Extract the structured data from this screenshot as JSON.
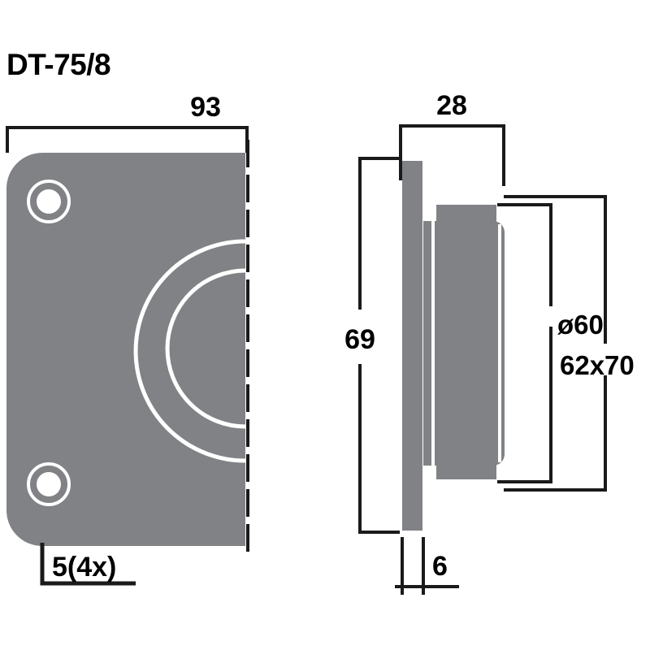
{
  "drawing": {
    "title": "DT-75/8",
    "type": "technical-dimensional-drawing",
    "views": {
      "front": {
        "name": "front-view",
        "description": "half front view of flange plate with rounded corners, two mounting holes and concentric dome arcs, cut at vertical centerline"
      },
      "side": {
        "name": "side-view",
        "description": "side section showing flange plate and magnet body"
      }
    },
    "colors": {
      "body_fill": "#808285",
      "line": "#1a1a1a",
      "background": "#ffffff",
      "arc_stroke": "#ffffff"
    }
  },
  "dimensions": {
    "width_front": "93",
    "depth_total": "28",
    "height_front": "69",
    "magnet_diameter": "ø60",
    "magnet_size": "62x70",
    "flange_thickness": "6",
    "hole_size": "5(4x)"
  }
}
